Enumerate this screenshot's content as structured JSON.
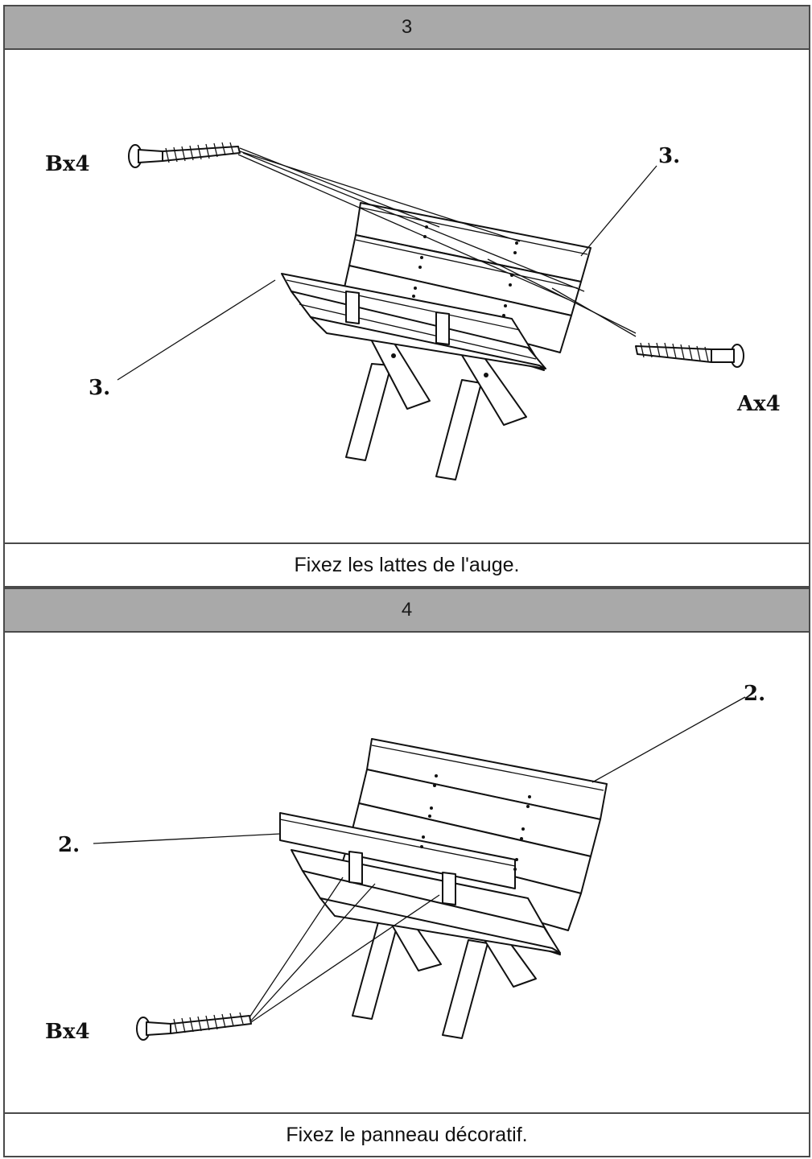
{
  "steps": [
    {
      "number": "3",
      "caption": "Fixez les lattes de l'auge.",
      "labels": {
        "screw_b": "Bx4",
        "screw_a": "Ax4",
        "part_top": "3.",
        "part_left": "3."
      }
    },
    {
      "number": "4",
      "caption": "Fixez le panneau décoratif.",
      "labels": {
        "part_top": "2.",
        "part_left": "2.",
        "screw_b": "Bx4"
      }
    }
  ]
}
